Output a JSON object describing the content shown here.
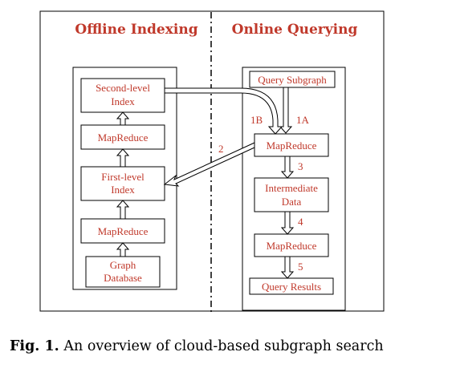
{
  "headings": {
    "offline": "Offline Indexing",
    "online": "Online Querying"
  },
  "offline_boxes": {
    "second_level": [
      "Second-level",
      "Index"
    ],
    "mapreduce_top": "MapReduce",
    "first_level": [
      "First-level",
      "Index"
    ],
    "mapreduce_bottom": "MapReduce",
    "graph_db": [
      "Graph",
      "Database"
    ]
  },
  "online_boxes": {
    "query_subgraph": "Query Subgraph",
    "mapreduce_top": "MapReduce",
    "intermediate": [
      "Intermediate",
      "Data"
    ],
    "mapreduce_bottom": "MapReduce",
    "query_results": "Query Results"
  },
  "steps": {
    "s1a": "1A",
    "s1b": "1B",
    "s2": "2",
    "s3": "3",
    "s4": "4",
    "s5": "5"
  },
  "caption": {
    "label": "Fig. 1.",
    "text": "An overview of cloud-based subgraph search"
  },
  "colors": {
    "accent": "#c0392b",
    "stroke": "#000000"
  }
}
